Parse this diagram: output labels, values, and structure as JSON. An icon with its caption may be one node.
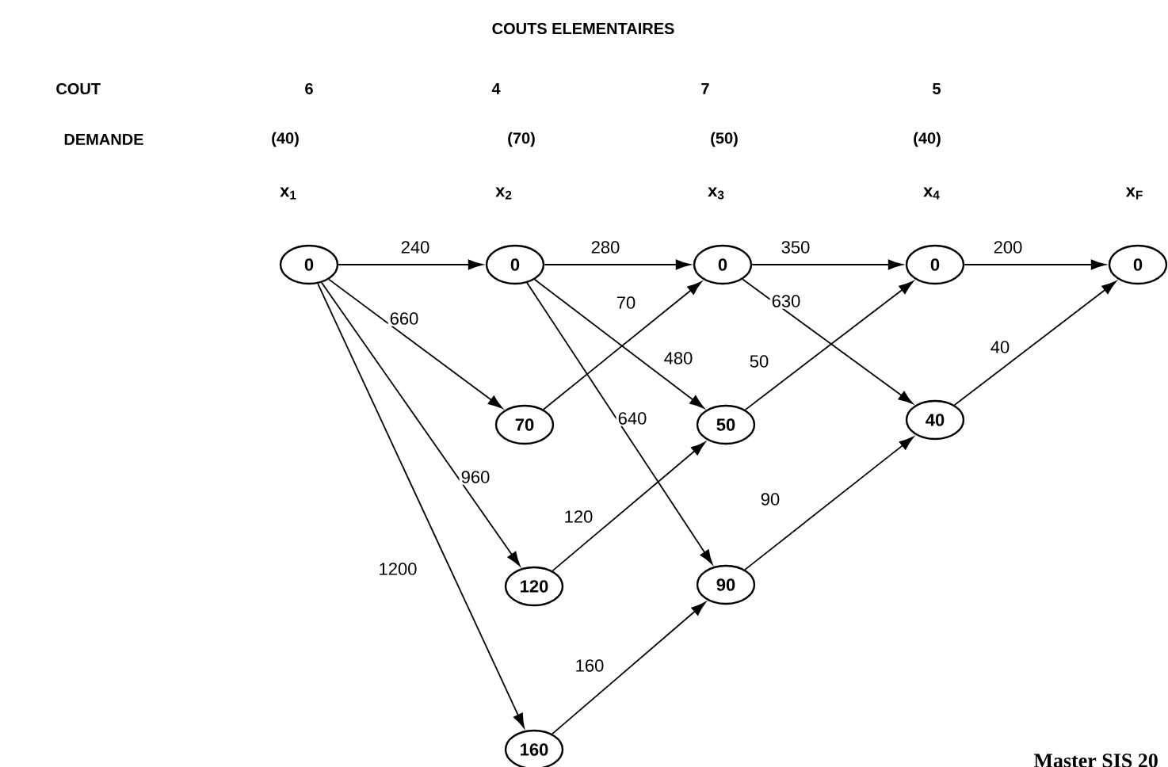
{
  "diagram": {
    "title": "COUTS ELEMENTAIRES",
    "nodes": [
      {
        "text": [
          "0"
        ]
      },
      {
        "text": [
          "0"
        ]
      },
      {
        "text": [
          "0"
        ]
      },
      {
        "text": [
          "0"
        ]
      },
      {
        "text": [
          "0"
        ]
      },
      {
        "text": [
          "70"
        ]
      },
      {
        "text": [
          "50"
        ]
      },
      {
        "text": [
          "40"
        ]
      },
      {
        "text": [
          "120"
        ]
      },
      {
        "text": [
          "90"
        ]
      },
      {
        "text": [
          "160"
        ]
      }
    ],
    "edges": [
      {
        "from": 0,
        "to": 1,
        "arrow": "to",
        "label": "240"
      },
      {
        "from": 1,
        "to": 2,
        "arrow": "to",
        "label": "280"
      },
      {
        "from": 2,
        "to": 3,
        "arrow": "to",
        "label": "350"
      },
      {
        "from": 3,
        "to": 4,
        "arrow": "to",
        "label": "200"
      },
      {
        "from": 0,
        "to": 5,
        "arrow": "to",
        "label": "660"
      },
      {
        "from": 0,
        "to": 8,
        "arrow": "to",
        "label": "960"
      },
      {
        "from": 0,
        "to": 10,
        "arrow": "to",
        "label": "1200"
      },
      {
        "from": 5,
        "to": 2,
        "arrow": "to",
        "label": "70"
      },
      {
        "from": 1,
        "to": 6,
        "arrow": "to",
        "label": "480"
      },
      {
        "from": 1,
        "to": 9,
        "arrow": "to",
        "label": "640"
      },
      {
        "from": 2,
        "to": 7,
        "arrow": "to",
        "label": "630"
      },
      {
        "from": 6,
        "to": 3,
        "arrow": "to",
        "label": "50"
      },
      {
        "from": 8,
        "to": 6,
        "arrow": "to",
        "label": "120"
      },
      {
        "from": 10,
        "to": 9,
        "arrow": "to",
        "label": "160"
      },
      {
        "from": 9,
        "to": 7,
        "arrow": "to",
        "label": "90"
      },
      {
        "from": 7,
        "to": 4,
        "arrow": "to",
        "label": "40"
      }
    ],
    "labels": [
      "COUT",
      "6",
      "4",
      "7",
      "5",
      "DEMANDE",
      "(40)",
      "(70)",
      "(50)",
      "(40)",
      "x$_{1}$",
      "x$_{2}$",
      "x$_{3}$",
      "x$_{4}$",
      "x$_{F}$",
      "Master SIS 20"
    ]
  }
}
